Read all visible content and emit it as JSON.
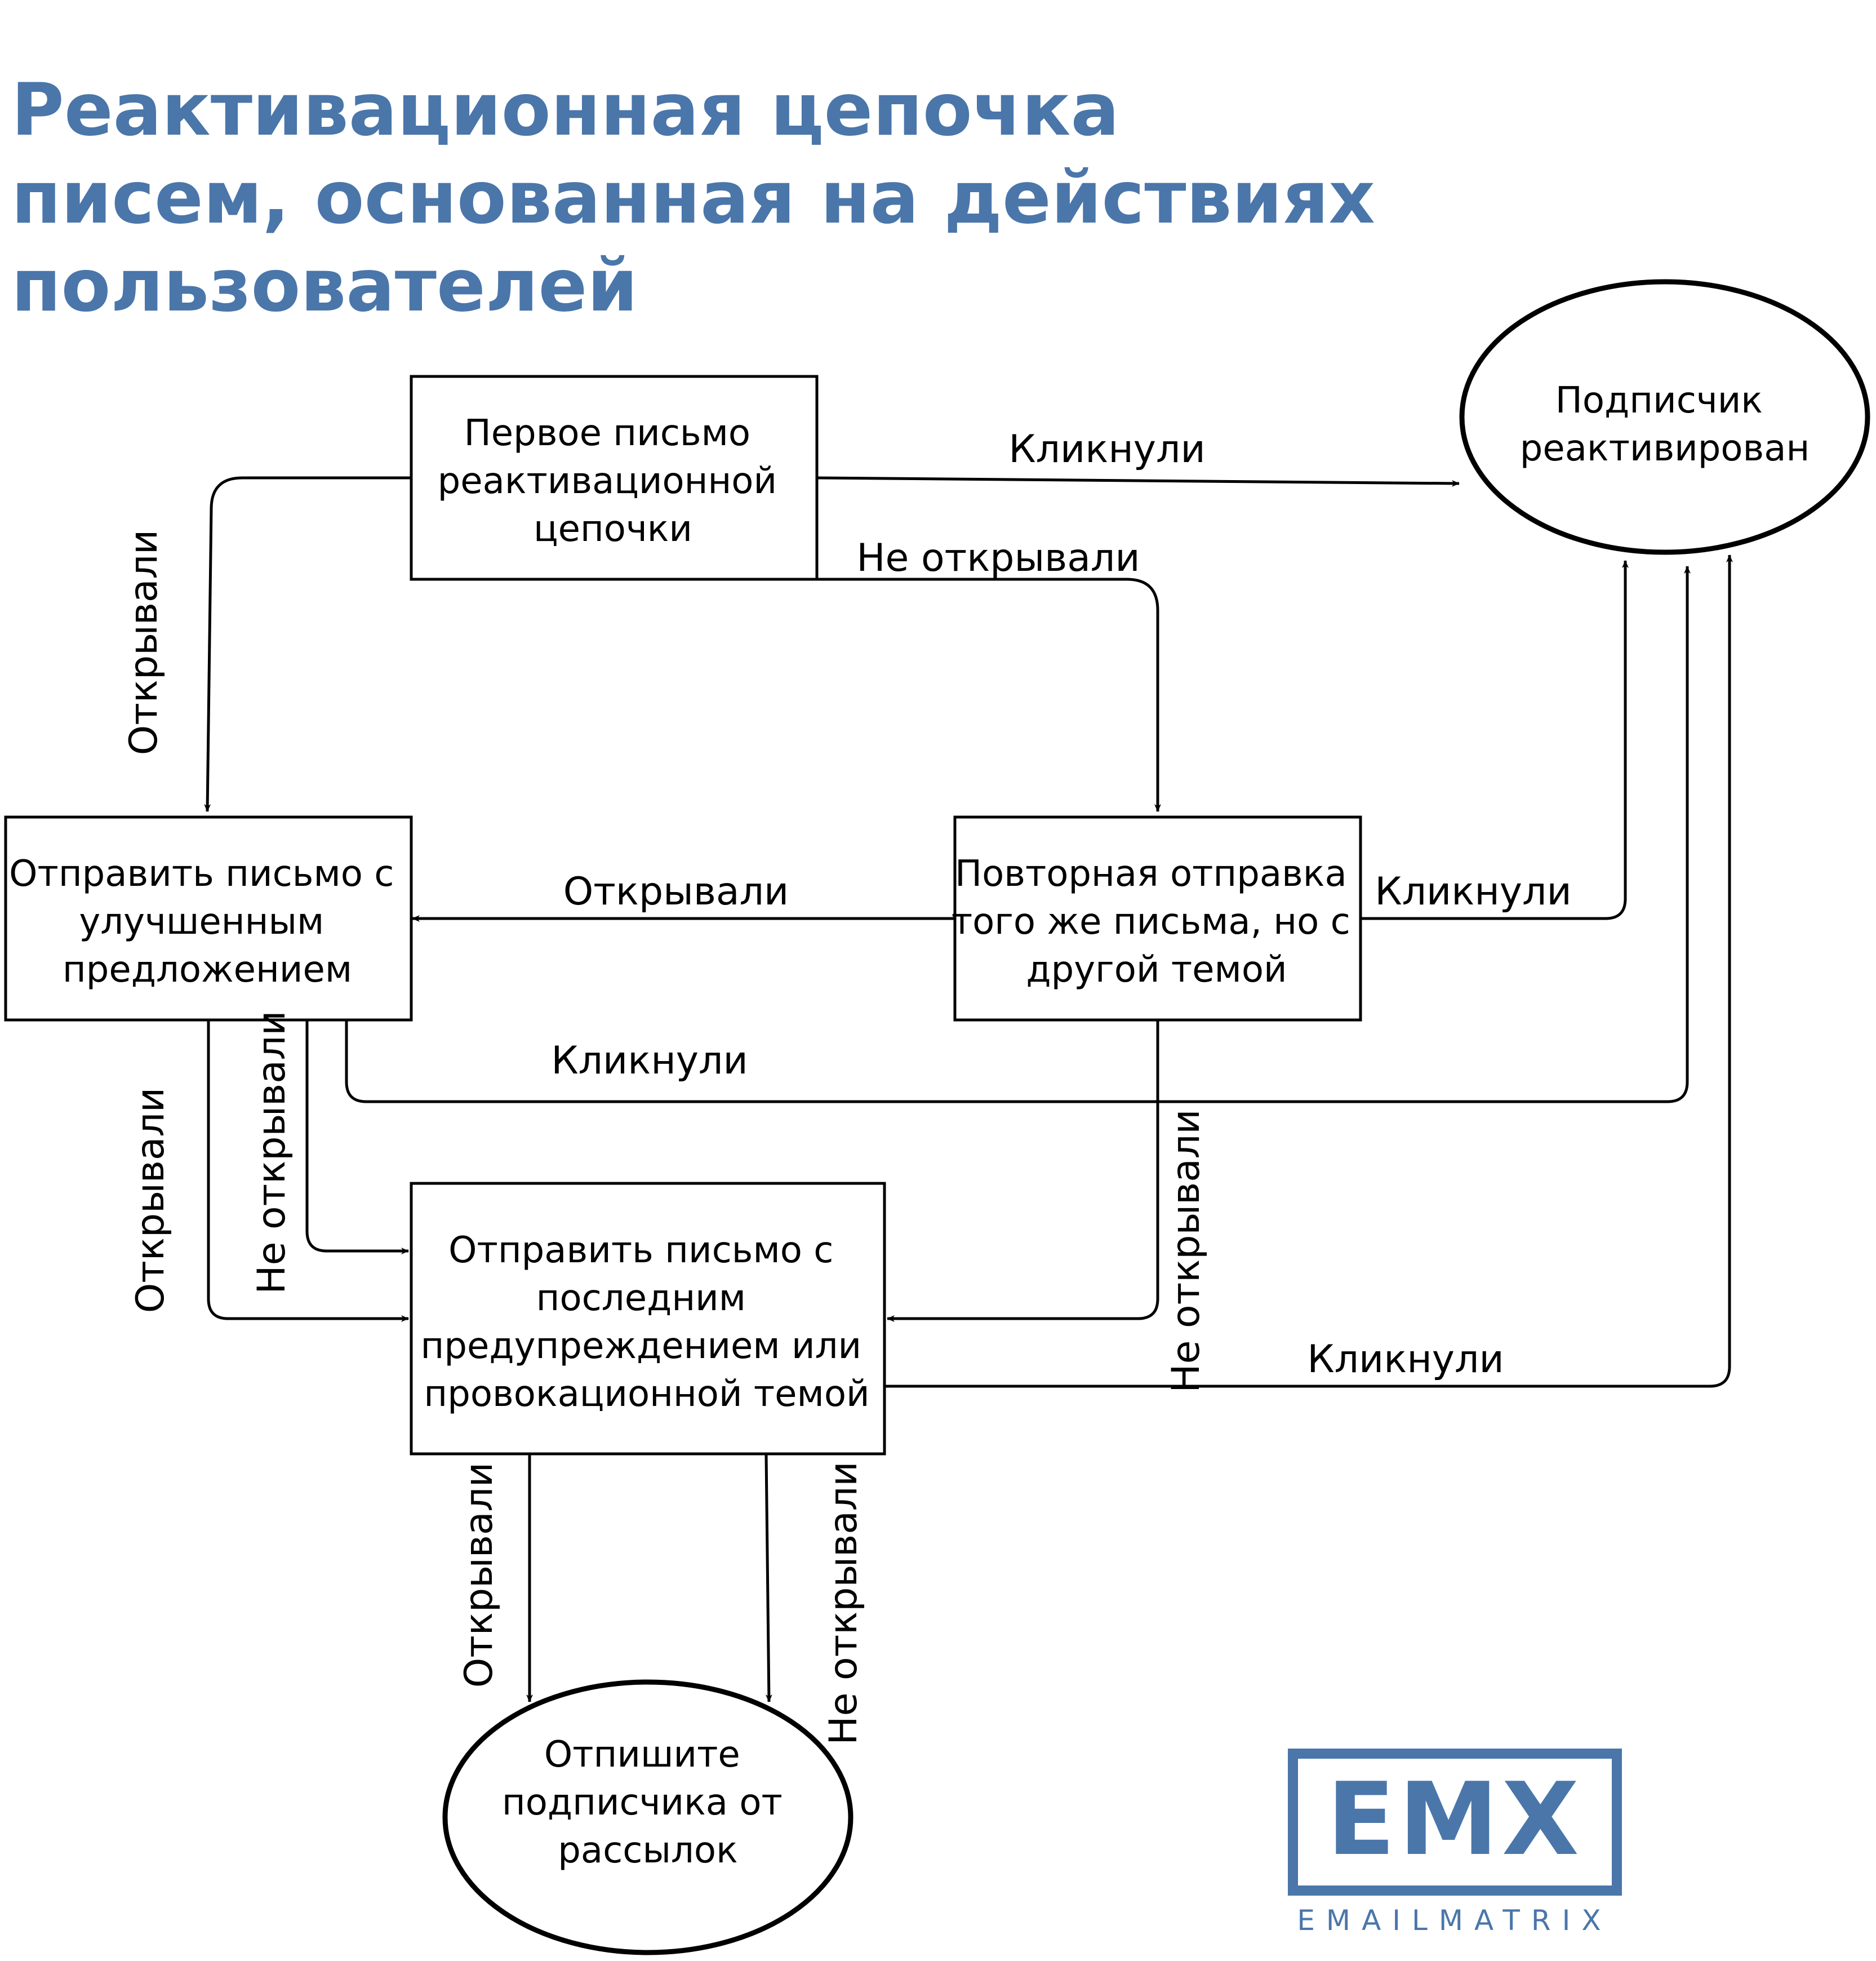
{
  "title_lines": [
    "Реактивационная цепочка",
    "писем, основанная на действиях",
    "пользователей"
  ],
  "nodes": {
    "first": [
      "Первое письмо",
      "реактивационной",
      "цепочки"
    ],
    "reactivated": [
      "Подписчик",
      "реактивирован"
    ],
    "improved": [
      "Отправить письмо с",
      "улучшенным",
      "предложением"
    ],
    "resend": [
      "Повторная отправка",
      "того же письма, но с",
      "другой темой"
    ],
    "last": [
      "Отправить письмо с",
      "последним",
      "предупреждением или",
      "провокационной темой"
    ],
    "unsubscribe": [
      "Отпишите",
      "подписчика от",
      "рассылок"
    ]
  },
  "edges": {
    "first_clicked": "Кликнули",
    "first_not_opened": "Не открывали",
    "first_opened": "Открывали",
    "resend_opened": "Открывали",
    "resend_clicked": "Кликнули",
    "improved_clicked": "Кликнули",
    "improved_opened": "Открывали",
    "improved_not_opened": "Не открывали",
    "resend_not_opened": "Не открывали",
    "last_clicked": "Кликнули",
    "last_opened": "Открывали",
    "last_not_opened": "Не открывали"
  },
  "logo": {
    "mark": "EMX",
    "name": "EMAILMATRIX",
    "color": "#4a76aa"
  },
  "colors": {
    "title": "#4a76aa",
    "stroke": "#000000"
  }
}
